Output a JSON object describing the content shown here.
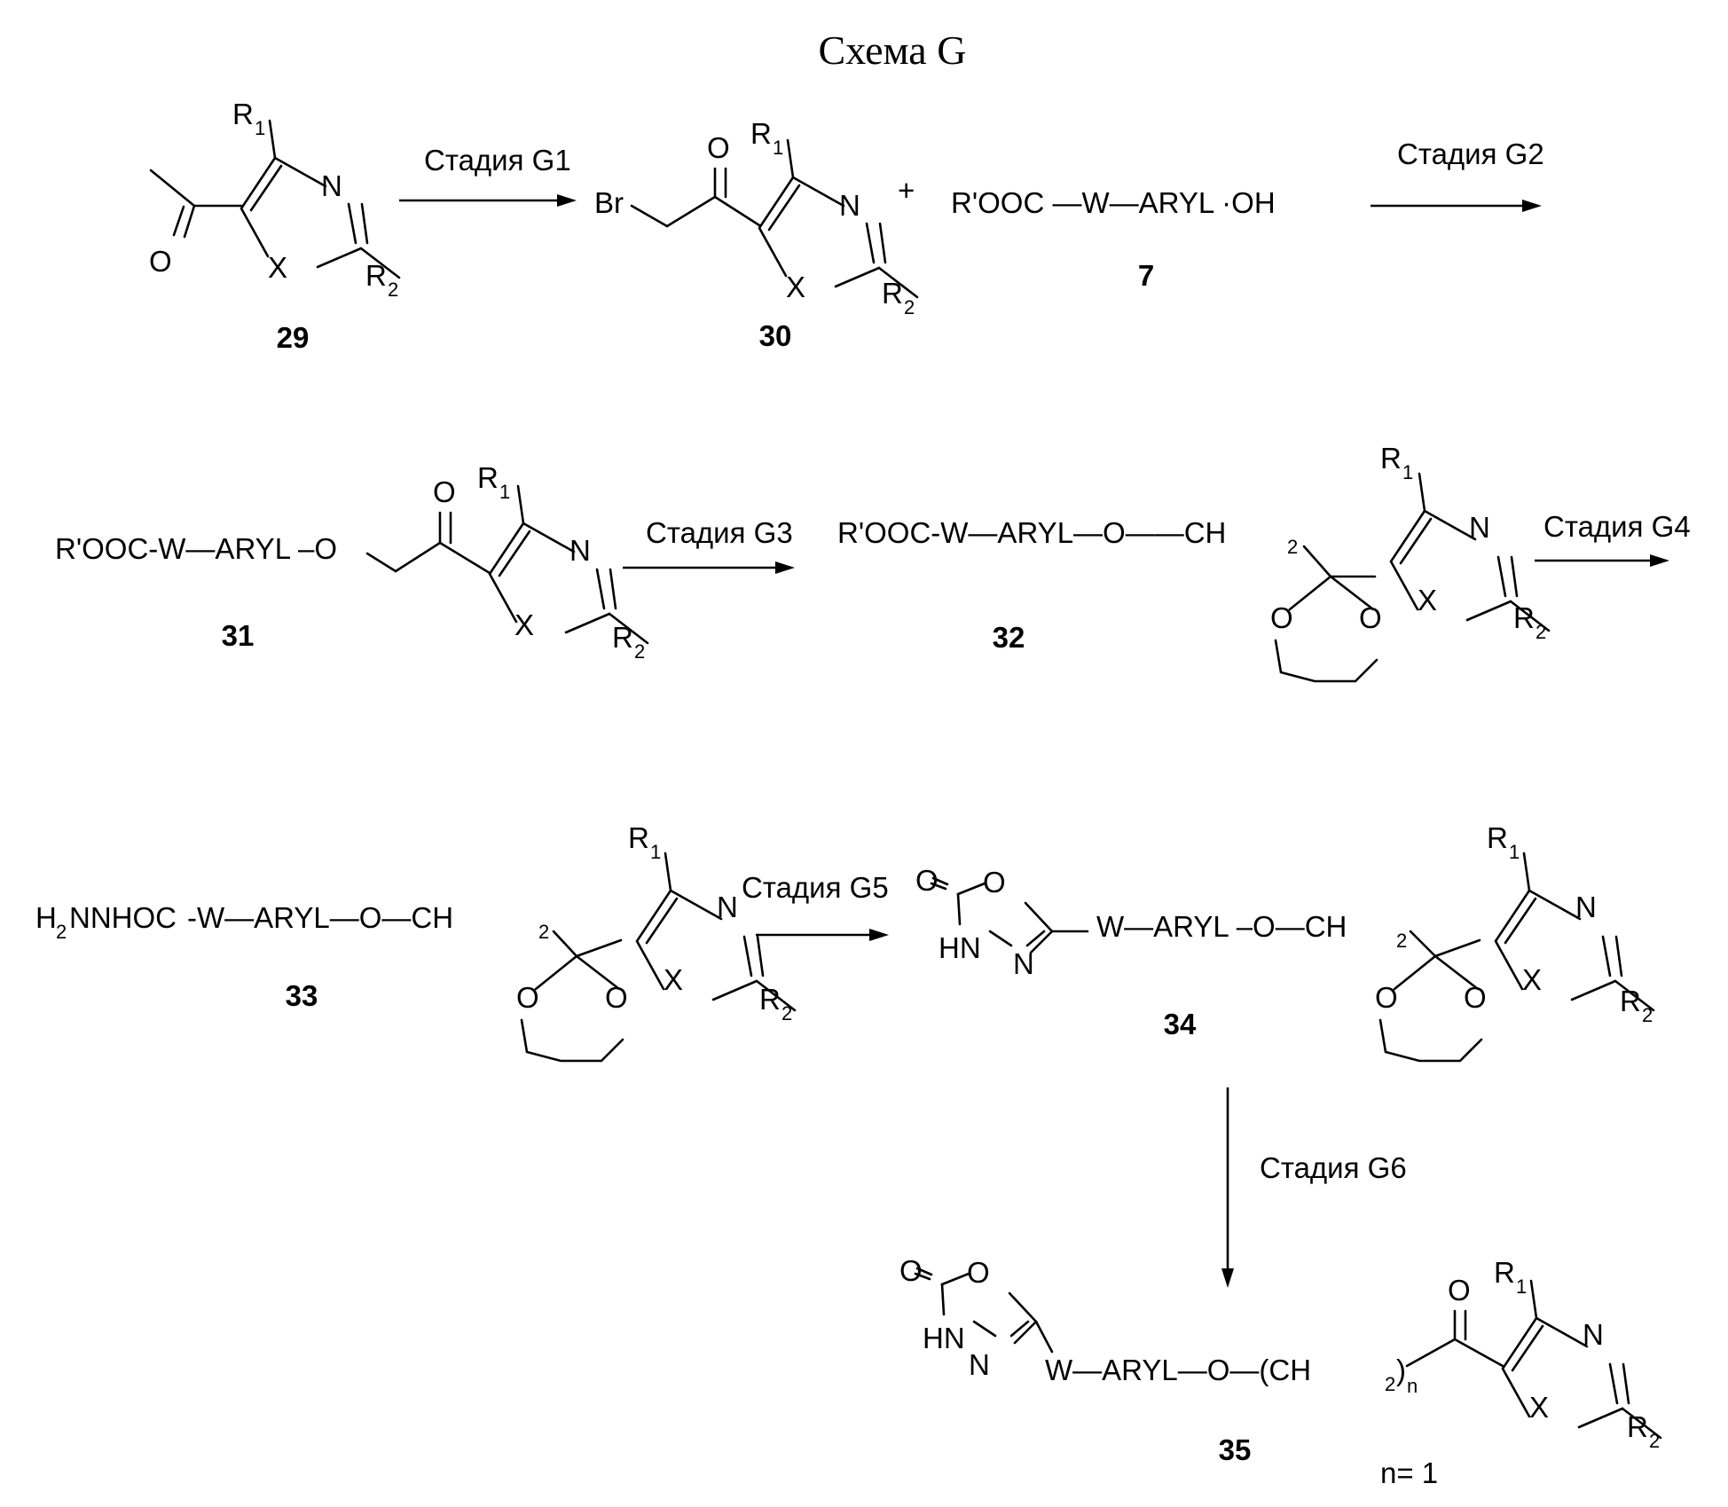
{
  "title": "Схема G",
  "labels": {
    "R1": "R",
    "one": "1",
    "R2": "R",
    "two": "2",
    "N": "N",
    "X": "X",
    "O": "O",
    "Br": "Br",
    "plus": "+",
    "ch2": "CH",
    "subscript_2": "2",
    "subscript_n": "n",
    "hn": "HN",
    "h2": "H",
    "nnhoc": "NNHOC",
    "reagent_7": "R'OOC —W—ARYL ·OH",
    "chain_31": "R'OOC-W—ARYL –O",
    "chain_32": "R'OOC-W—ARYL—O——CH",
    "chain_33": "-W—ARYL—O—CH",
    "chain_34": "W—ARYL –O—CH",
    "chain_35a": "W—ARYL—O—(CH",
    "chain_35b": ")",
    "n_note": "n= 1"
  },
  "steps": {
    "g1": "Стадия G1",
    "g2": "Стадия G2",
    "g3": "Стадия G3",
    "g4": "Стадия G4",
    "g5": "Стадия G5",
    "g6": "Стадия G6"
  },
  "compounds": [
    "29",
    "30",
    "7",
    "31",
    "32",
    "33",
    "34",
    "35"
  ]
}
